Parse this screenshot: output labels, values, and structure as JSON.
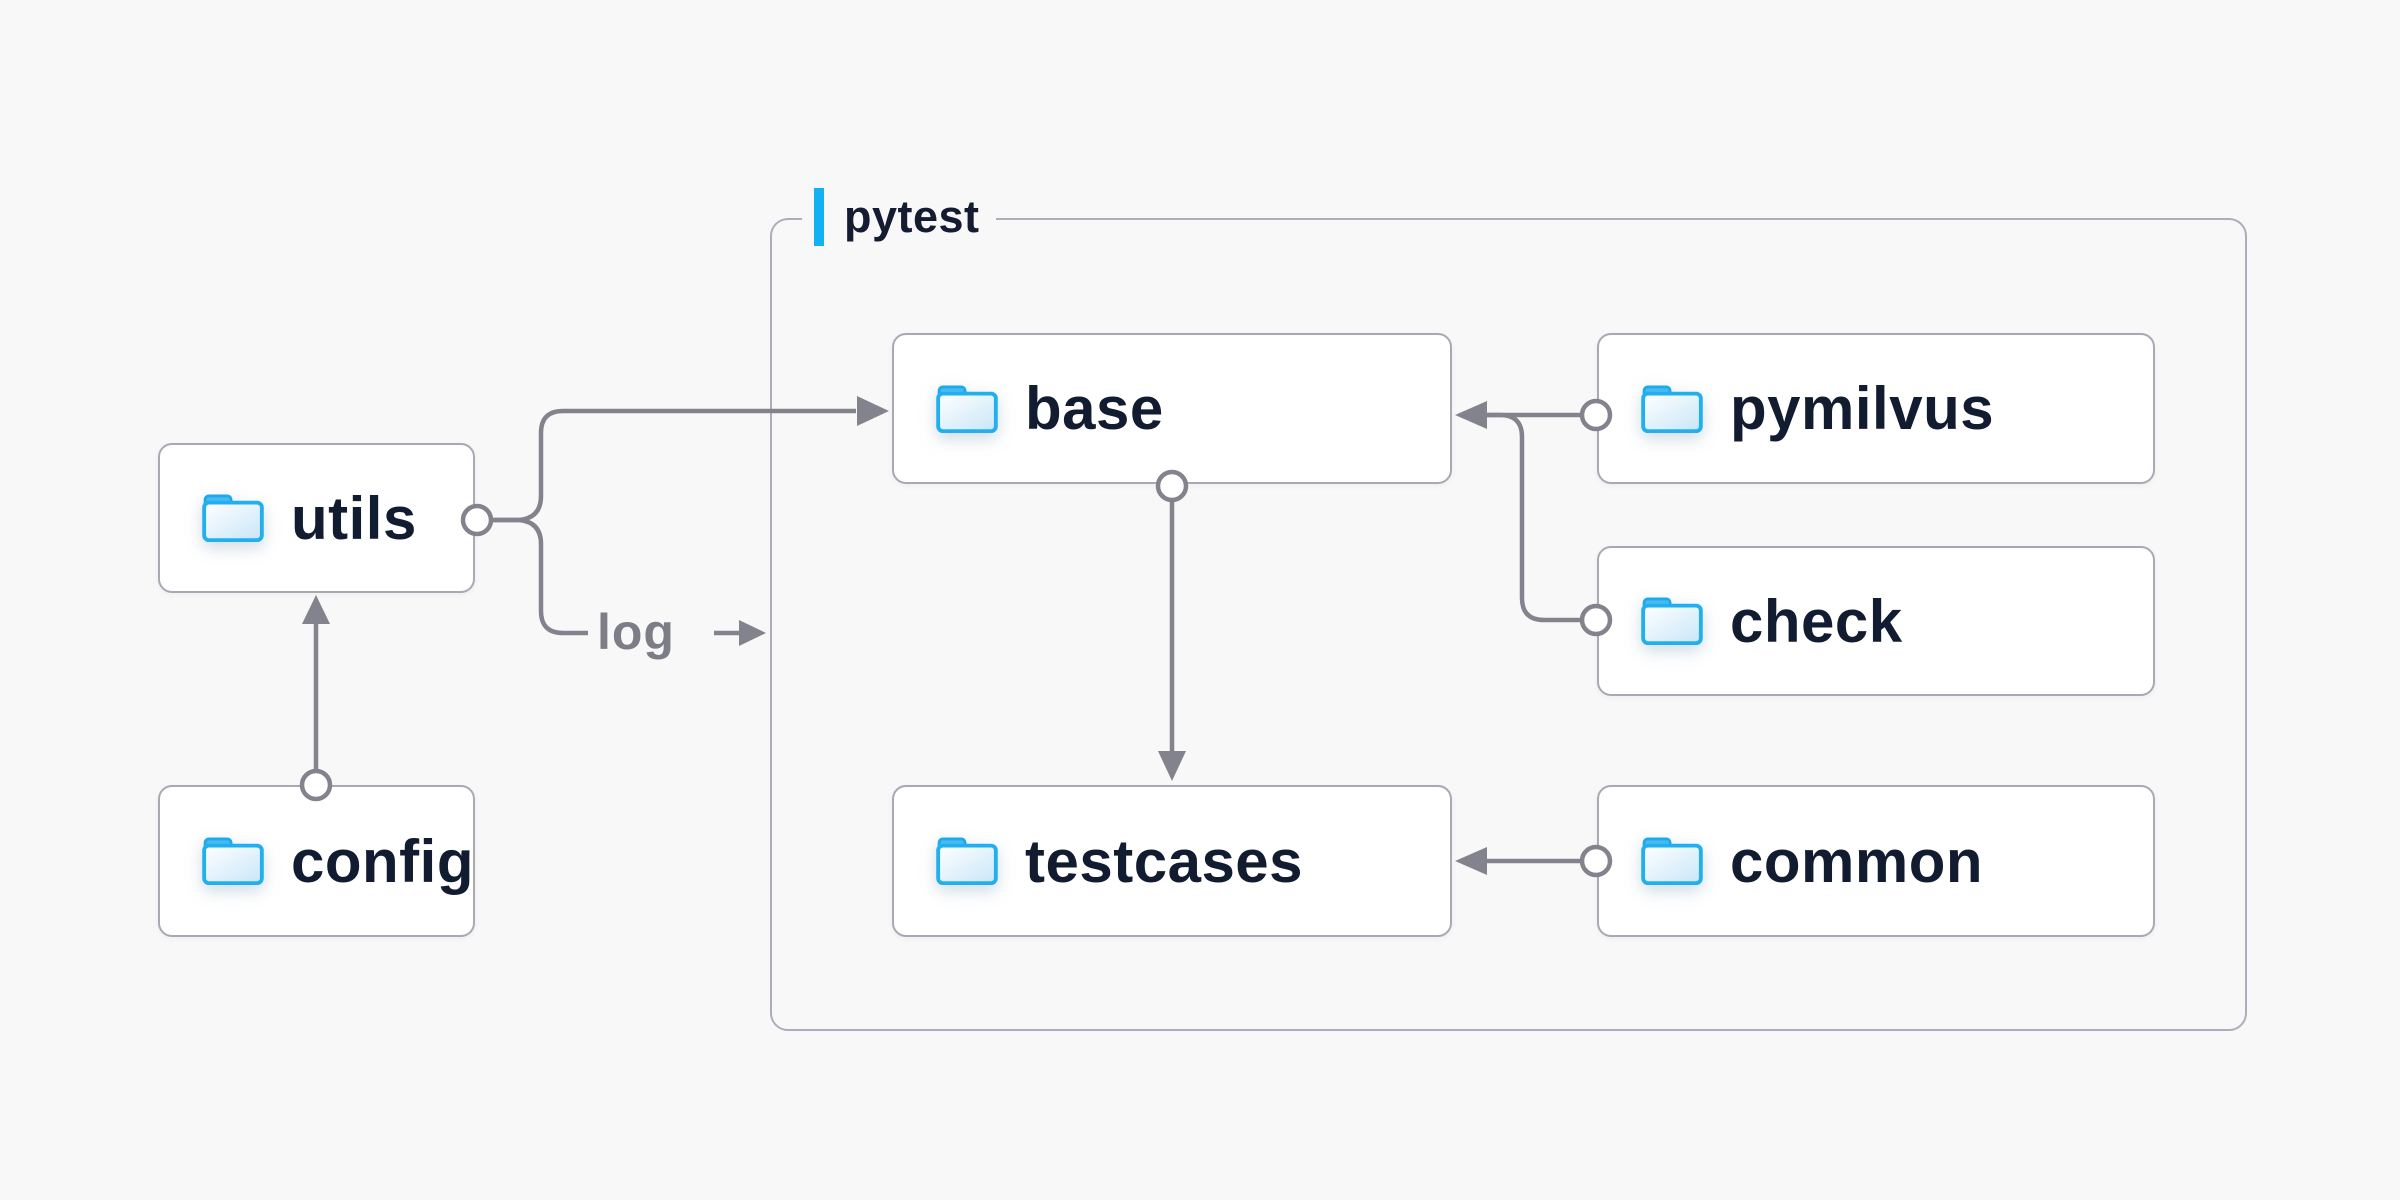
{
  "page": {
    "background": "#f8f8f9"
  },
  "diagram": {
    "group": {
      "label": "pytest",
      "accent_color": "#14b1f2",
      "border_color": "#aeadb9"
    },
    "nodes": [
      {
        "id": "utils",
        "label": "utils",
        "icon": "folder-icon"
      },
      {
        "id": "config",
        "label": "config",
        "icon": "folder-icon"
      },
      {
        "id": "base",
        "label": "base",
        "icon": "folder-icon"
      },
      {
        "id": "pymilvus",
        "label": "pymilvus",
        "icon": "folder-icon"
      },
      {
        "id": "check",
        "label": "check",
        "icon": "folder-icon"
      },
      {
        "id": "testcases",
        "label": "testcases",
        "icon": "folder-icon"
      },
      {
        "id": "common",
        "label": "common",
        "icon": "folder-icon"
      }
    ],
    "edges": [
      {
        "from": "config",
        "to": "utils"
      },
      {
        "from": "utils",
        "to": "base"
      },
      {
        "from": "utils",
        "to": "pytest-group",
        "label": "log"
      },
      {
        "from": "pymilvus",
        "to": "base"
      },
      {
        "from": "check",
        "to": "base"
      },
      {
        "from": "base",
        "to": "testcases"
      },
      {
        "from": "common",
        "to": "testcases"
      }
    ],
    "colors": {
      "node_text": "#121c30",
      "node_border": "#a9a9b4",
      "node_fill": "#ffffff",
      "connector": "#83838d",
      "edge_label_text": "#7d7d88",
      "folder_outline": "#22aff0",
      "folder_tab": "#47bbf1",
      "folder_fill": "#cbe7f8"
    }
  }
}
